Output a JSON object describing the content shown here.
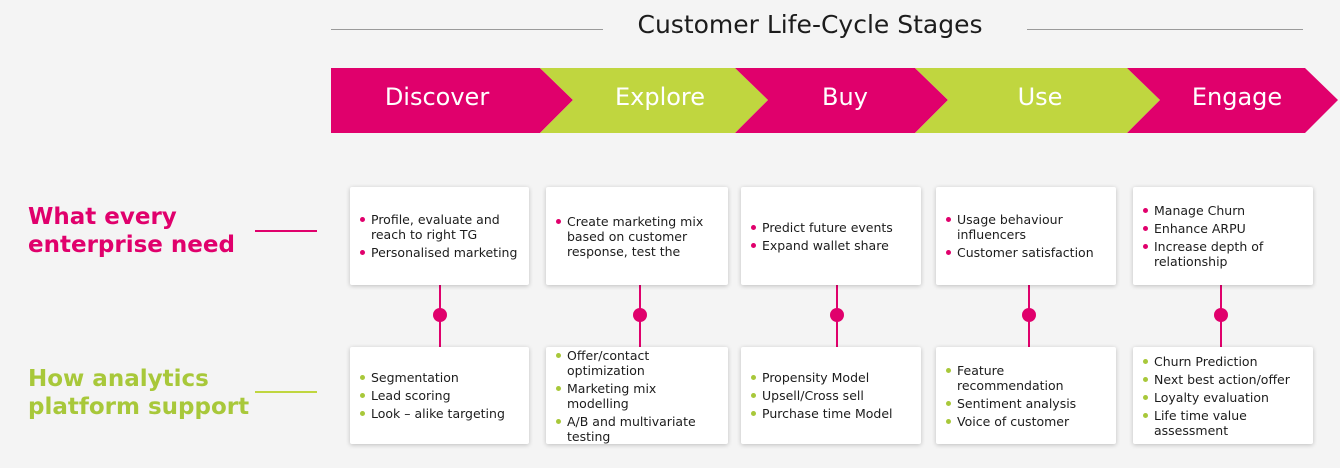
{
  "title": "Customer Life-Cycle Stages",
  "colors": {
    "magenta": "#e0006c",
    "green": "#c0d63f",
    "label_green": "#a8c83a"
  },
  "stages": [
    "Discover",
    "Explore",
    "Buy",
    "Use",
    "Engage"
  ],
  "rows": {
    "need": {
      "label_line1": "What every",
      "label_line2": "enterprise need"
    },
    "support": {
      "label_line1": "How analytics",
      "label_line2": "platform support"
    }
  },
  "need_cards": [
    [
      "Profile, evaluate and reach to right TG",
      "Personalised marketing"
    ],
    [
      "Create marketing mix based on customer response, test the"
    ],
    [
      "Predict future events",
      "Expand wallet share"
    ],
    [
      "Usage behaviour influencers",
      "Customer satisfaction"
    ],
    [
      "Manage Churn",
      "Enhance ARPU",
      "Increase depth of relationship"
    ]
  ],
  "support_cards": [
    [
      "Segmentation",
      "Lead scoring",
      "Look – alike targeting"
    ],
    [
      "Offer/contact optimization",
      "Marketing mix modelling",
      "A/B and multivariate testing"
    ],
    [
      "Propensity Model",
      "Upsell/Cross sell",
      "Purchase time Model"
    ],
    [
      "Feature recommendation",
      "Sentiment analysis",
      "Voice of customer"
    ],
    [
      "Churn Prediction",
      "Next best action/offer",
      "Loyalty evaluation",
      "Life time value assessment"
    ]
  ]
}
